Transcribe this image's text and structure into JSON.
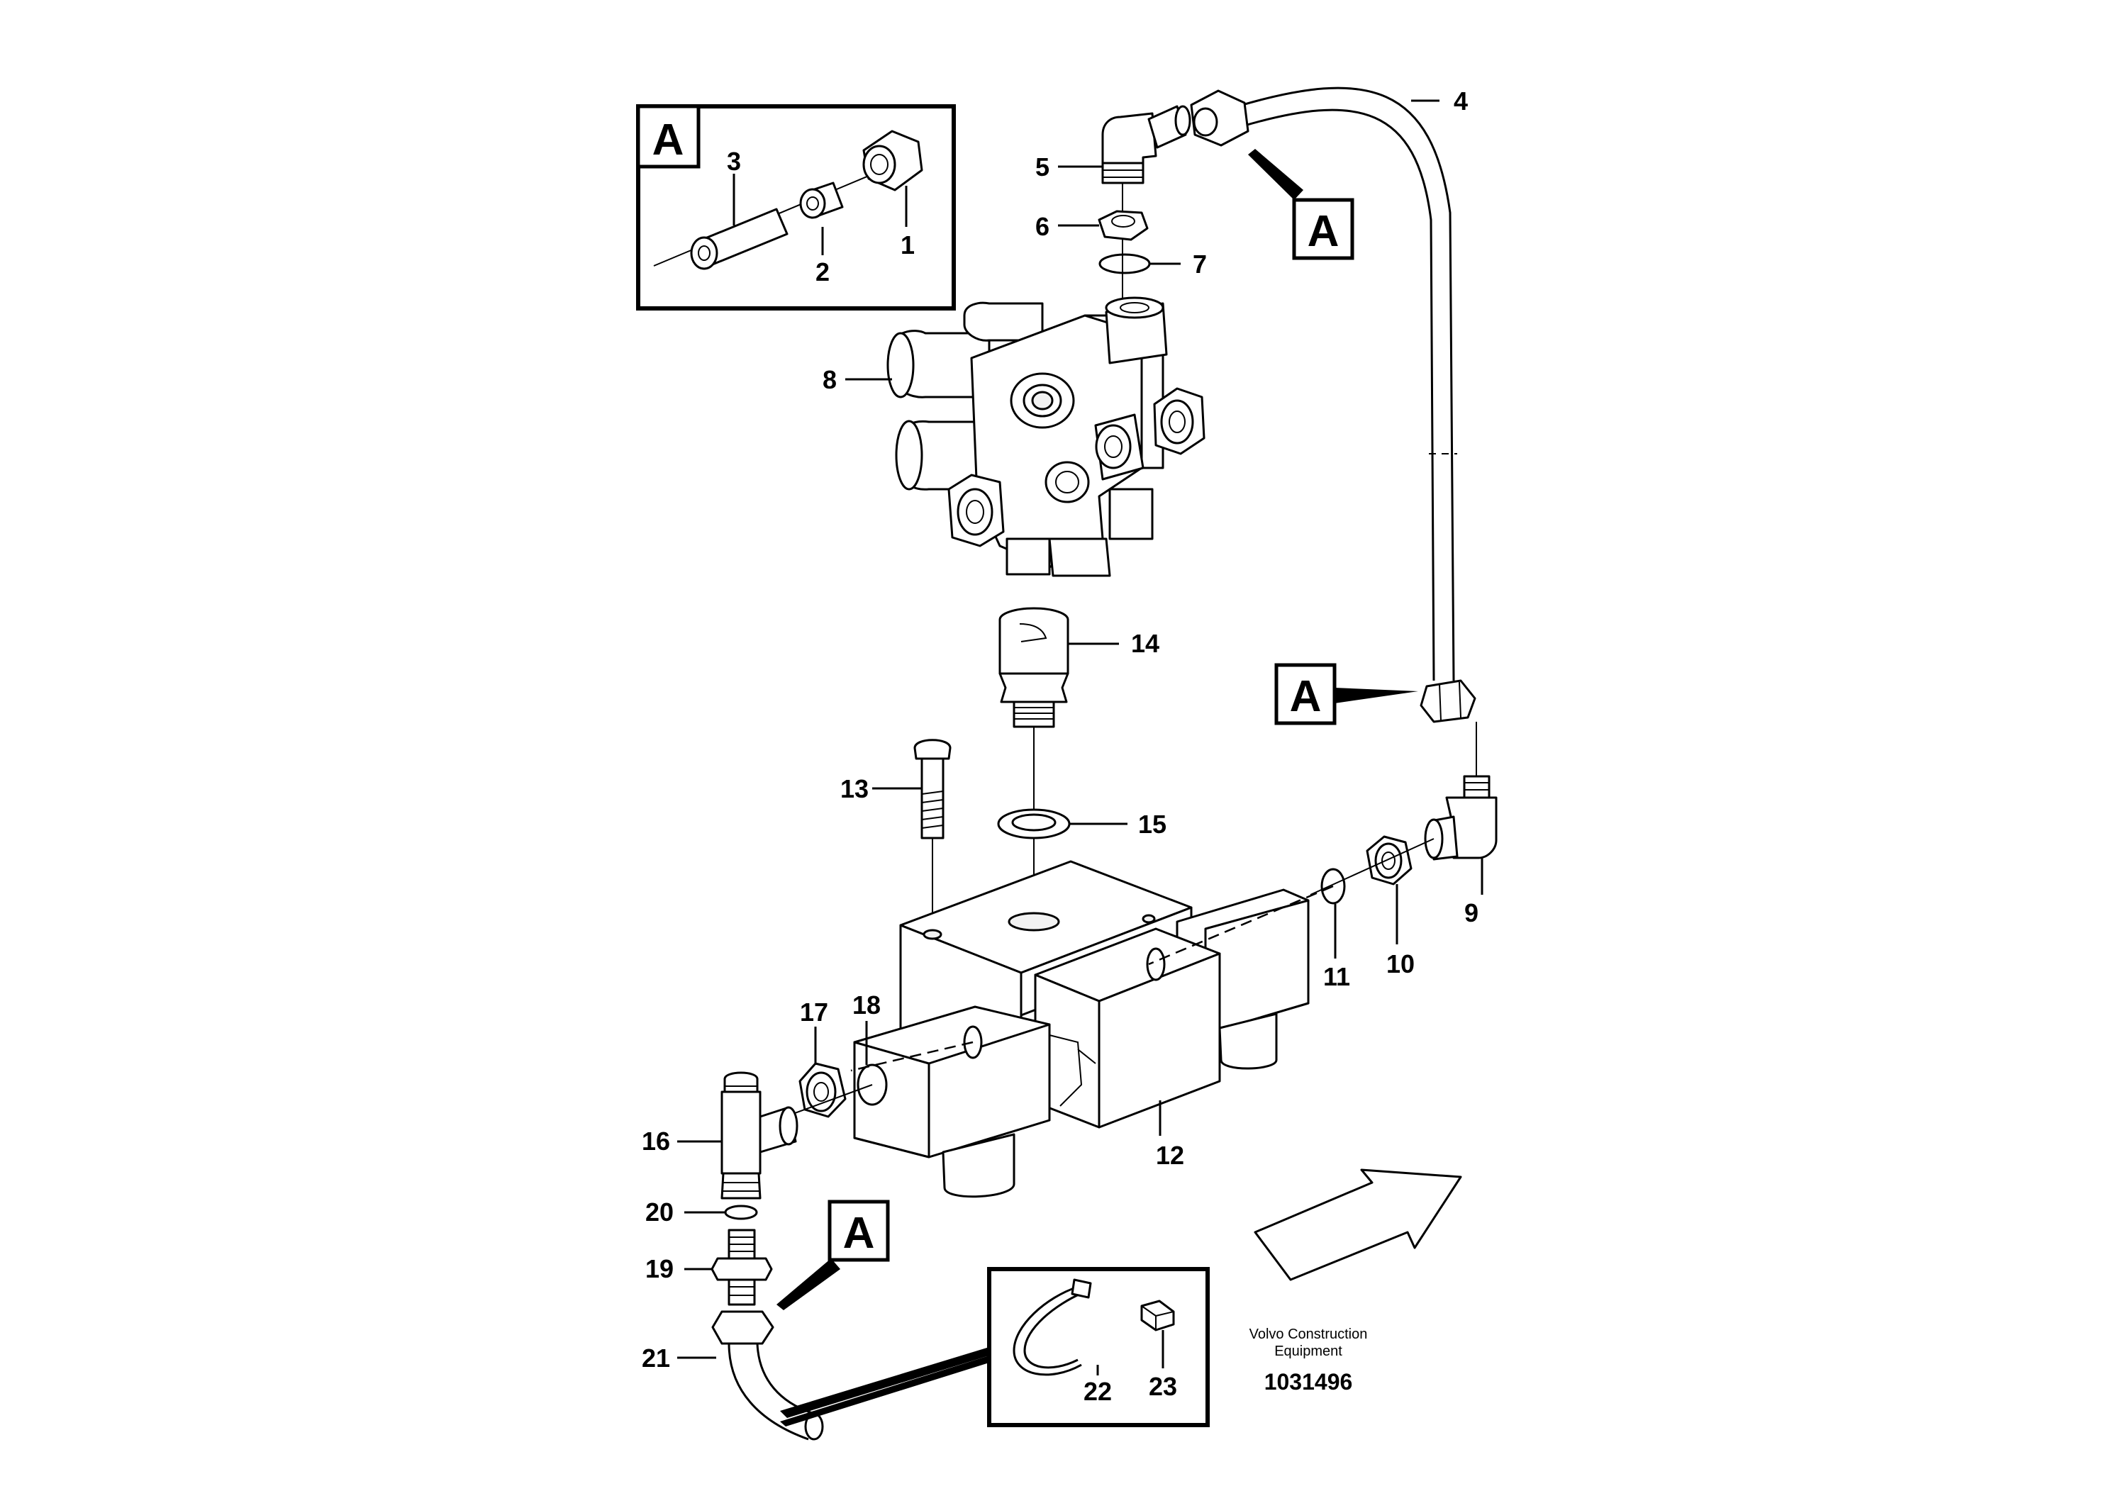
{
  "callouts": {
    "c1": "1",
    "c2": "2",
    "c3": "3",
    "c4": "4",
    "c5": "5",
    "c6": "6",
    "c7": "7",
    "c8": "8",
    "c9": "9",
    "c10": "10",
    "c11": "11",
    "c12": "12",
    "c13": "13",
    "c14": "14",
    "c15": "15",
    "c16": "16",
    "c17": "17",
    "c18": "18",
    "c19": "19",
    "c20": "20",
    "c21": "21",
    "c22": "22",
    "c23": "23"
  },
  "detail_ref": "A",
  "brand_line1": "Volvo Construction",
  "brand_line2": "Equipment",
  "drawing_number": "1031496"
}
